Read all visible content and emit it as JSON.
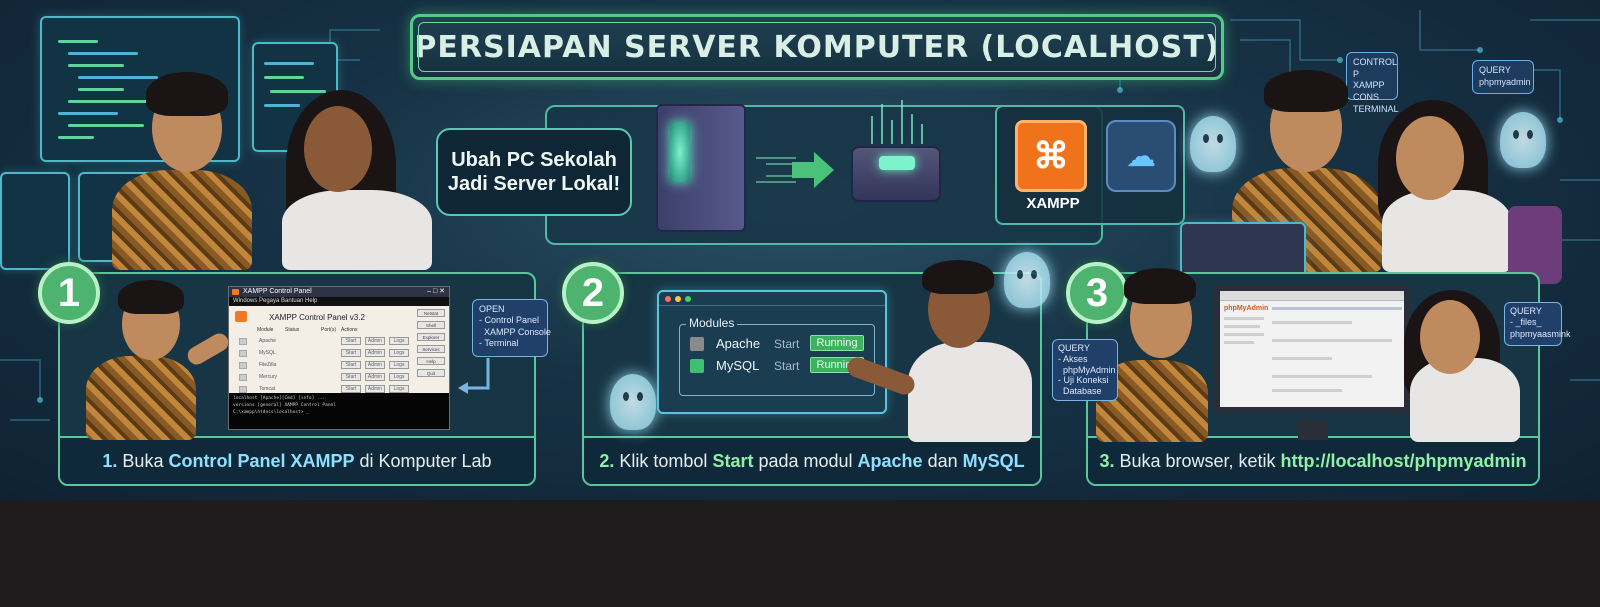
{
  "title": "PERSIAPAN SERVER KOMPUTER (LOCALHOST)",
  "intro": {
    "speech_line1": "Ubah PC Sekolah",
    "speech_line2": "Jadi Server Lokal!",
    "apps": [
      {
        "name": "XAMPP",
        "icon": "xampp-logo-icon"
      },
      {
        "name": "",
        "icon": "cloud-server-icon"
      }
    ]
  },
  "decor_bubbles": {
    "top_right_a": [
      "CONTROL P",
      "XAMPP CONS",
      "TERMINAL"
    ],
    "top_right_b": [
      "QUERY",
      "phpmyadmin"
    ]
  },
  "steps": [
    {
      "number": "1",
      "caption": {
        "num": "1.",
        "t1": " Buka ",
        "h1": "Control Panel XAMPP",
        "t2": " di Komputer Lab"
      },
      "xampp_window": {
        "title": "XAMPP Control Panel",
        "menu": "Windows  Pegaya  Bantuan  Help",
        "heading": "XAMPP Control Panel v3.2",
        "columns": [
          "Module",
          "Status",
          "Port(s)",
          "Actions"
        ],
        "modules": [
          "Apache",
          "MySQL",
          "FileZilla",
          "Mercury",
          "Tomcat"
        ],
        "actions": [
          "Start",
          "Admin",
          "Logs"
        ],
        "side_buttons": [
          "Netstat",
          "Shell",
          "Explorer",
          "Services",
          "Help",
          "Quit"
        ],
        "console_lines": [
          "localhost [Apache][Cmd] [info] ...",
          "versions [general] XAMPP Control Panel",
          "C:\\xampp\\htdocs\\localhost> _"
        ]
      },
      "bubble": {
        "title": "OPEN",
        "items": [
          "- Control Panel",
          "  XAMPP Console",
          "- Terminal"
        ]
      }
    },
    {
      "number": "2",
      "caption": {
        "num": "2.",
        "t1": " Klik tombol ",
        "h1": "Start",
        "t2": " pada modul ",
        "h2": "Apache",
        "t3": " dan ",
        "h3": "MySQL"
      },
      "modules_window": {
        "title": "Modules",
        "rows": [
          {
            "name": "Apache",
            "action": "Start",
            "status": "Running",
            "checkbox_color": "#8a8a8a"
          },
          {
            "name": "MySQL",
            "action": "Start",
            "status": "Running",
            "checkbox_color": "#3fbf6f"
          }
        ]
      }
    },
    {
      "number": "3",
      "caption": {
        "num": "3.",
        "t1": " Buka browser, ketik ",
        "h1": "http://localhost/phpmyadmin"
      },
      "browser": {
        "logo": "phpMyAdmin"
      },
      "bubble_left": {
        "title": "QUERY",
        "items": [
          "- Akses",
          "  phpMyAdmin",
          "- Uji Koneksi",
          "  Database"
        ]
      },
      "bubble_right": {
        "title": "QUERY",
        "items": [
          "- _files_",
          "phpmyaasmink"
        ]
      }
    }
  ],
  "colors": {
    "accent_green": "#57c89a",
    "running_green": "#3cb15f",
    "highlight_blue": "#8fe0ff",
    "highlight_green": "#8ff0a8",
    "xampp_orange": "#f0731c"
  }
}
